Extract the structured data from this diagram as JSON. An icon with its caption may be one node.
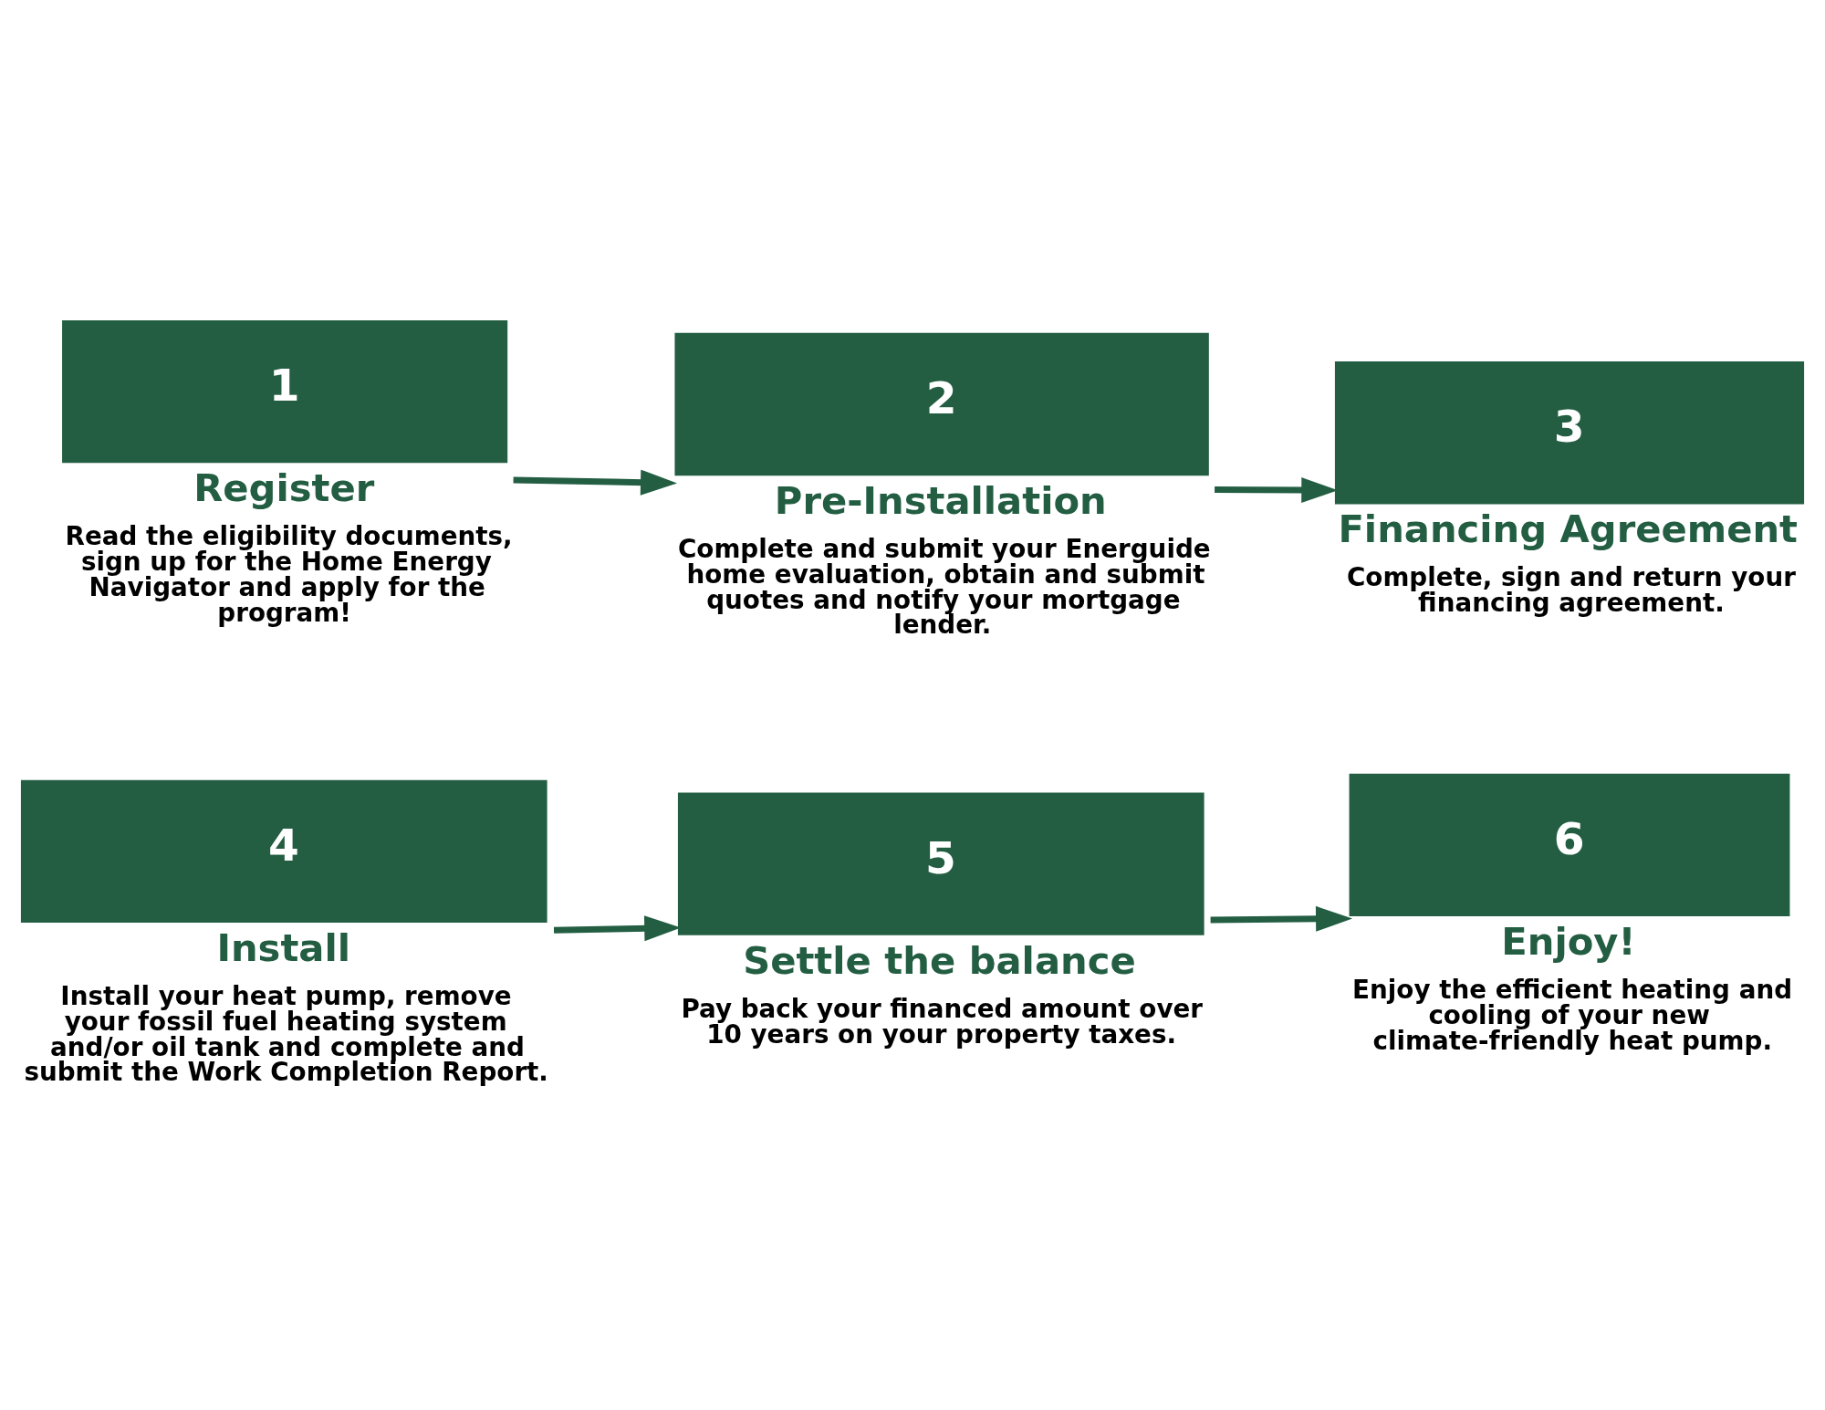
{
  "diagram": {
    "nodes": [
      {
        "text": [
          "1",
          "Register",
          "Read the eligibility documents, sign up for the Home Energy Navigator and apply for the program!"
        ]
      },
      {
        "text": [
          "2",
          "Pre-Installation",
          "Complete and submit your Energuide home evaluation, obtain and submit quotes and notify your mortgage lender."
        ]
      },
      {
        "text": [
          "3",
          "Financing Agreement",
          "Complete, sign and return your financing agreement."
        ]
      },
      {
        "text": [
          "4",
          "Install",
          "Install your heat pump, remove your fossil fuel heating system and/or oil tank and complete and submit the Work Completion Report."
        ]
      },
      {
        "text": [
          "5",
          "Settle the balance",
          "Pay back your financed amount over 10 years on your property taxes."
        ]
      },
      {
        "text": [
          "6",
          "Enjoy!",
          "Enjoy the efficient heating and cooling of your new climate-friendly heat pump."
        ]
      }
    ],
    "edges": [
      {
        "from": 0,
        "to": 1,
        "arrow": "to"
      },
      {
        "from": 1,
        "to": 2,
        "arrow": "to"
      },
      {
        "from": 3,
        "to": 4,
        "arrow": "to"
      },
      {
        "from": 4,
        "to": 5,
        "arrow": "to"
      }
    ]
  }
}
